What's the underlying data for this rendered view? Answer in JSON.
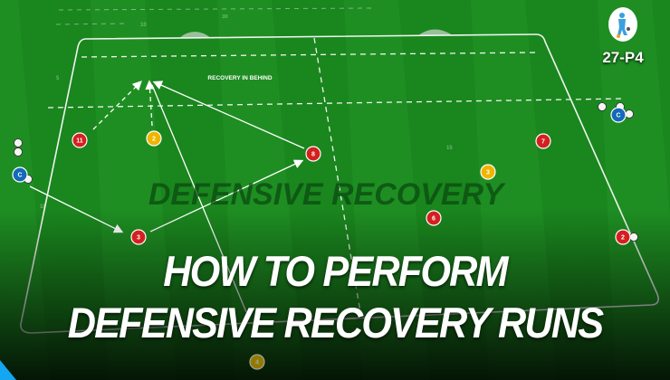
{
  "diagram": {
    "section_label": "RECOVERY IN BEHIND",
    "watermark": "DEFENSIVE RECOVERY",
    "distance_markers": [
      "30",
      "10",
      "5",
      "15",
      "10"
    ],
    "red_players": [
      "11",
      "8",
      "7",
      "6",
      "3",
      "2"
    ],
    "yellow_players": [
      "2",
      "3",
      "4"
    ],
    "coach_label": "C",
    "colors": {
      "grass": "#1b8a1f",
      "red_player": "#d42020",
      "yellow_player": "#f0b400",
      "coach": "#1469b8",
      "accent": "#12a7f0"
    }
  },
  "badge": {
    "code": "27-P4",
    "logo": "footballer-logo"
  },
  "title": {
    "line1": "HOW TO PERFORM",
    "line2": "DEFENSIVE RECOVERY RUNS"
  }
}
